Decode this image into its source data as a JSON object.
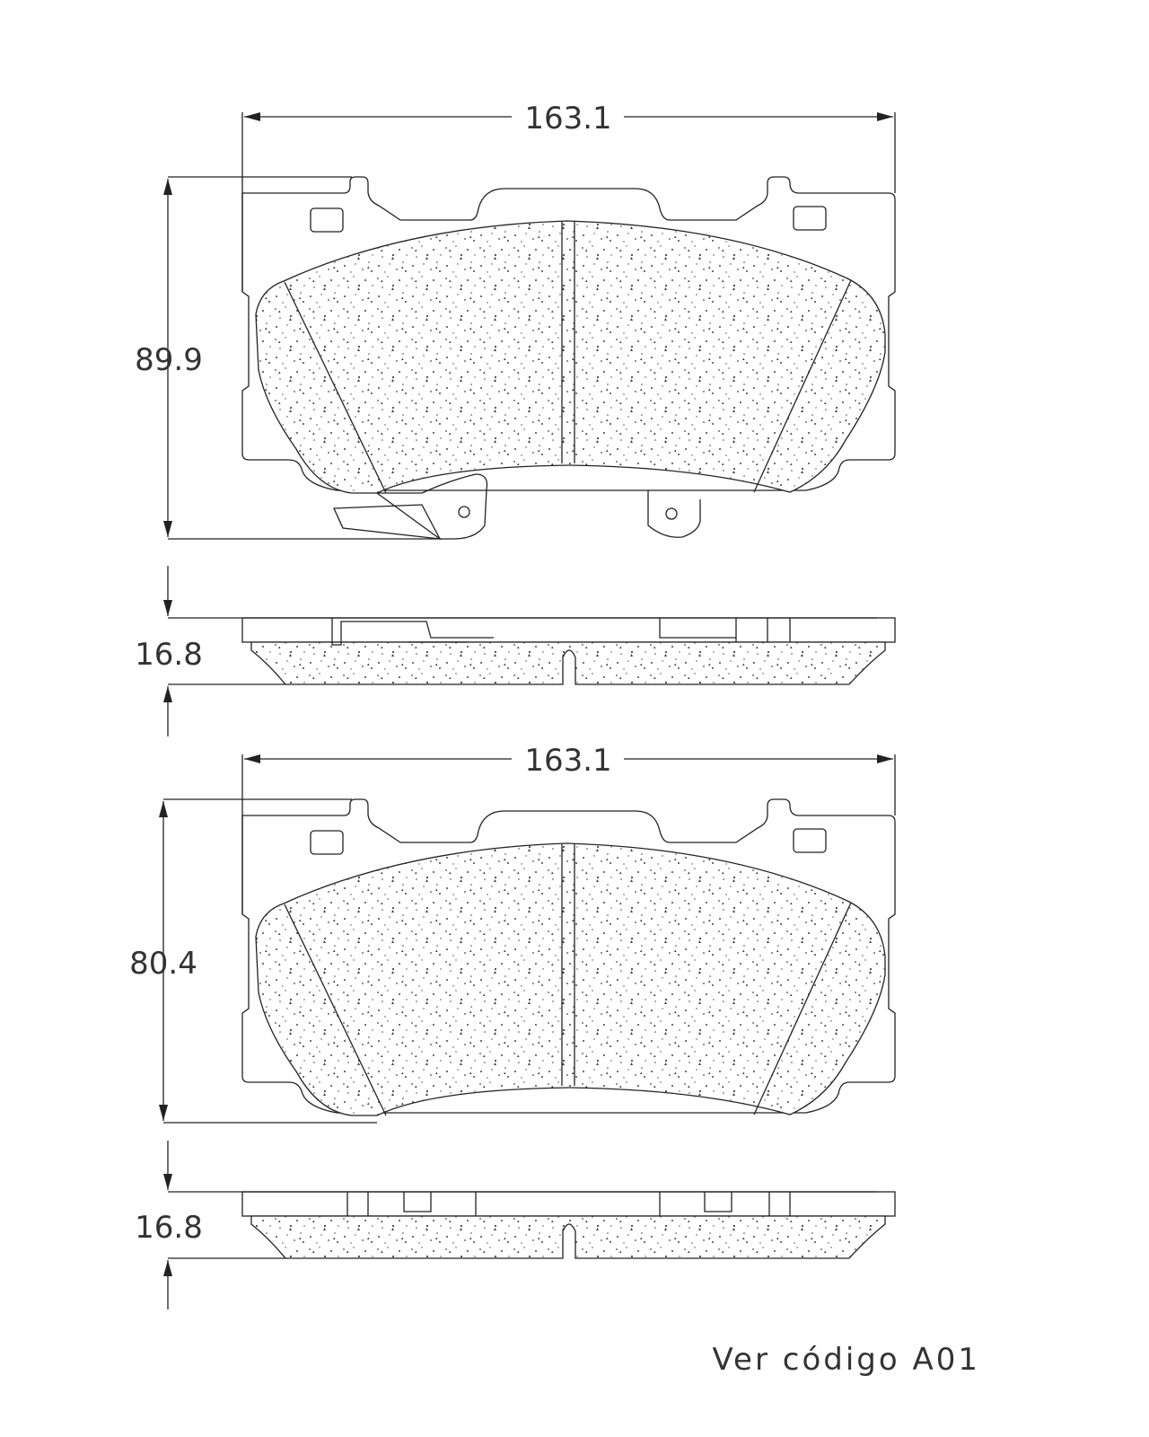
{
  "front_pad": {
    "width_label": "163.1",
    "height_label": "89.9",
    "thickness_label": "16.8"
  },
  "rear_pad": {
    "width_label": "163.1",
    "height_label": "80.4",
    "thickness_label": "16.8"
  },
  "note": "Ver código A01"
}
